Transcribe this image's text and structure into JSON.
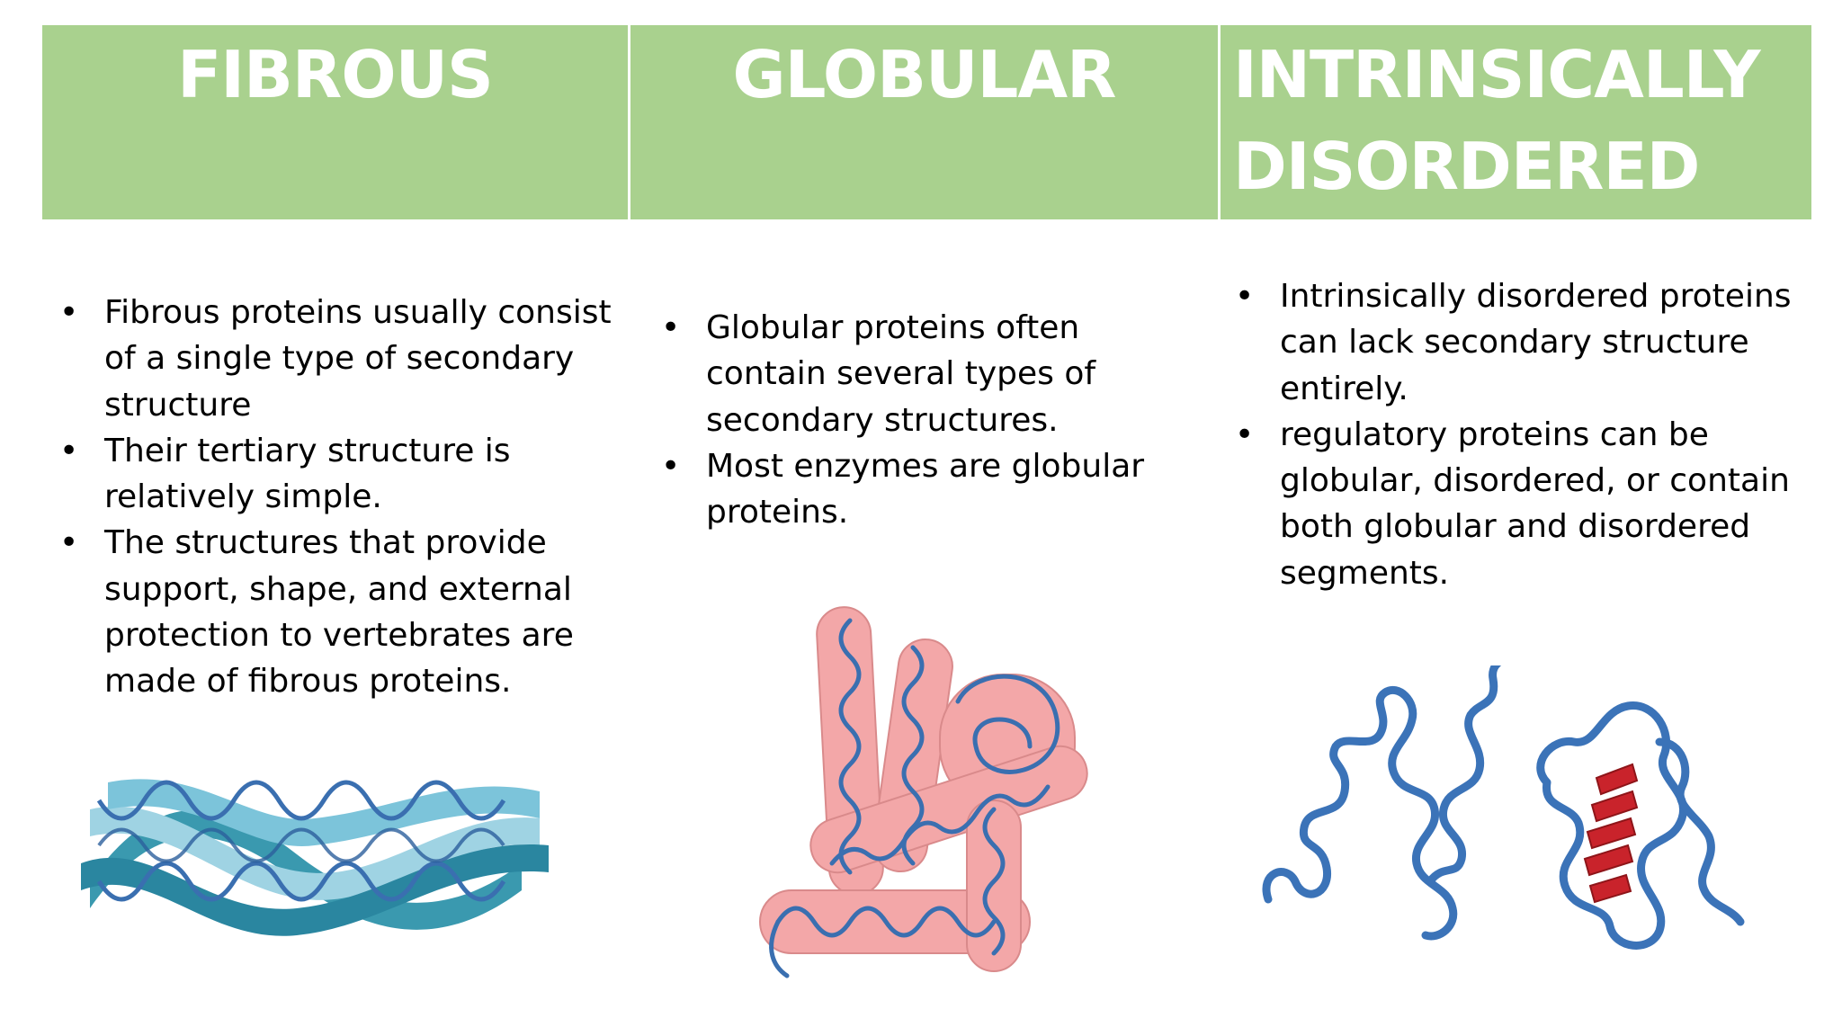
{
  "columns": [
    {
      "heading_lines": [
        "FIBROUS"
      ],
      "bullets": [
        "Fibrous proteins usually consist of a single type of secondary structure",
        "Their tertiary structure is relatively simple.",
        "The structures that provide support, shape, and external protection to vertebrates are made of fibrous proteins."
      ],
      "illustration_icon": "fibrous-protein-illustration"
    },
    {
      "heading_lines": [
        "GLOBULAR"
      ],
      "bullets": [
        "Globular proteins often contain several types of secondary structures.",
        "Most enzymes are globular proteins."
      ],
      "illustration_icon": "globular-protein-illustration"
    },
    {
      "heading_lines": [
        "INTRINSICALLY",
        "DISORDERED"
      ],
      "bullets": [
        "Intrinsically disordered proteins can lack secondary structure entirely.",
        "regulatory proteins can be globular, disordered, or contain both globular and disordered segments."
      ],
      "illustration_icon": "disordered-protein-illustration"
    }
  ],
  "colors": {
    "header_fill": "#a9d18e",
    "header_text": "#ffffff",
    "body_text": "#000000",
    "fibrous_dark": "#2f93ab",
    "fibrous_light": "#9fd3e3",
    "globular_fill": "#f3a7a8",
    "protein_chain": "#3a6fb0",
    "helix_red": "#c9232b"
  },
  "bullet_glyph": "•"
}
